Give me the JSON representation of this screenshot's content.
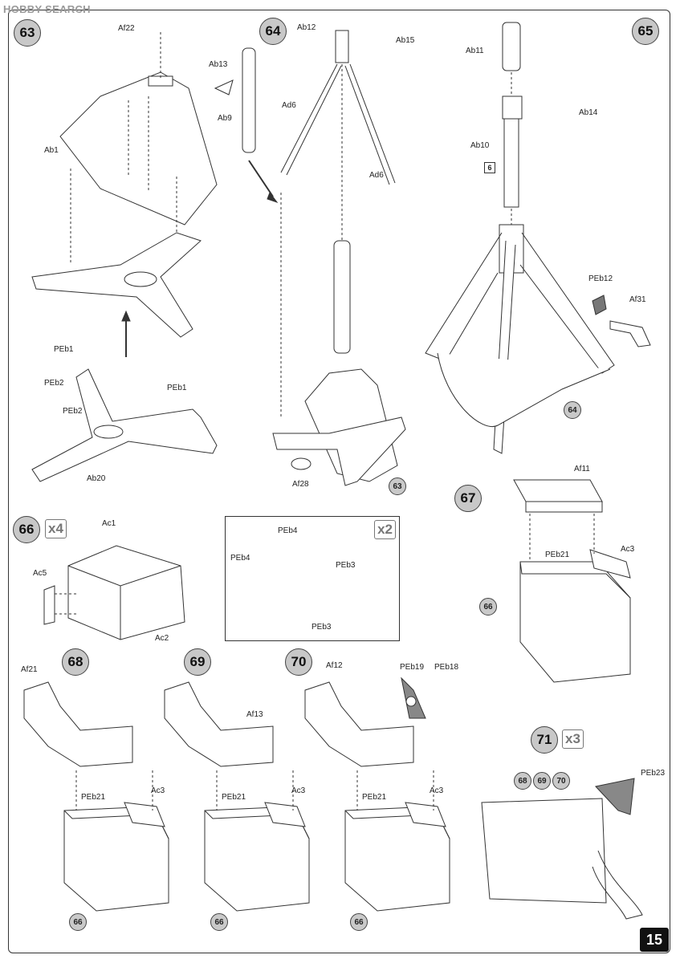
{
  "watermark": "HOBBY SEARCH",
  "page_number": "15",
  "steps": {
    "s63": "63",
    "s64": "64",
    "s65": "65",
    "s66": "66",
    "s67": "67",
    "s68": "68",
    "s69": "69",
    "s70": "70",
    "s71": "71"
  },
  "multipliers": {
    "m66": "x4",
    "detail": "x2",
    "m71": "x3"
  },
  "refs": {
    "r64_in65": "64",
    "r63_in64": "63",
    "r66_in67": "66",
    "r66_in68": "66",
    "r66_in69": "66",
    "r66_in70": "66",
    "r68_in71": "68",
    "r69_in71": "69",
    "r70_in71": "70",
    "r6_in65": "6"
  },
  "labels": {
    "af22": "Af22",
    "ab1": "Ab1",
    "peb1a": "PEb1",
    "peb2a": "PEb2",
    "peb2b": "PEb2",
    "peb1b": "PEb1",
    "ab20": "Ab20",
    "ab12": "Ab12",
    "ab15": "Ab15",
    "ab13": "Ab13",
    "ab9": "Ab9",
    "ad6a": "Ad6",
    "ad6b": "Ad6",
    "af28": "Af28",
    "ab11": "Ab11",
    "ab14": "Ab14",
    "ab10": "Ab10",
    "peb12": "PEb12",
    "af31": "Af31",
    "peb4a": "PEb4",
    "peb4b": "PEb4",
    "peb3a": "PEb3",
    "peb3b": "PEb3",
    "ac1": "Ac1",
    "ac5": "Ac5",
    "ac2": "Ac2",
    "af11": "Af11",
    "peb21_67": "PEb21",
    "ac3_67": "Ac3",
    "af21": "Af21",
    "peb21_68": "PEb21",
    "ac3_68": "Ac3",
    "af13": "Af13",
    "peb21_69": "PEb21",
    "ac3_69": "Ac3",
    "af12": "Af12",
    "peb19": "PEb19",
    "peb18": "PEb18",
    "peb21_70": "PEb21",
    "ac3_70": "Ac3",
    "peb23": "PEb23"
  }
}
